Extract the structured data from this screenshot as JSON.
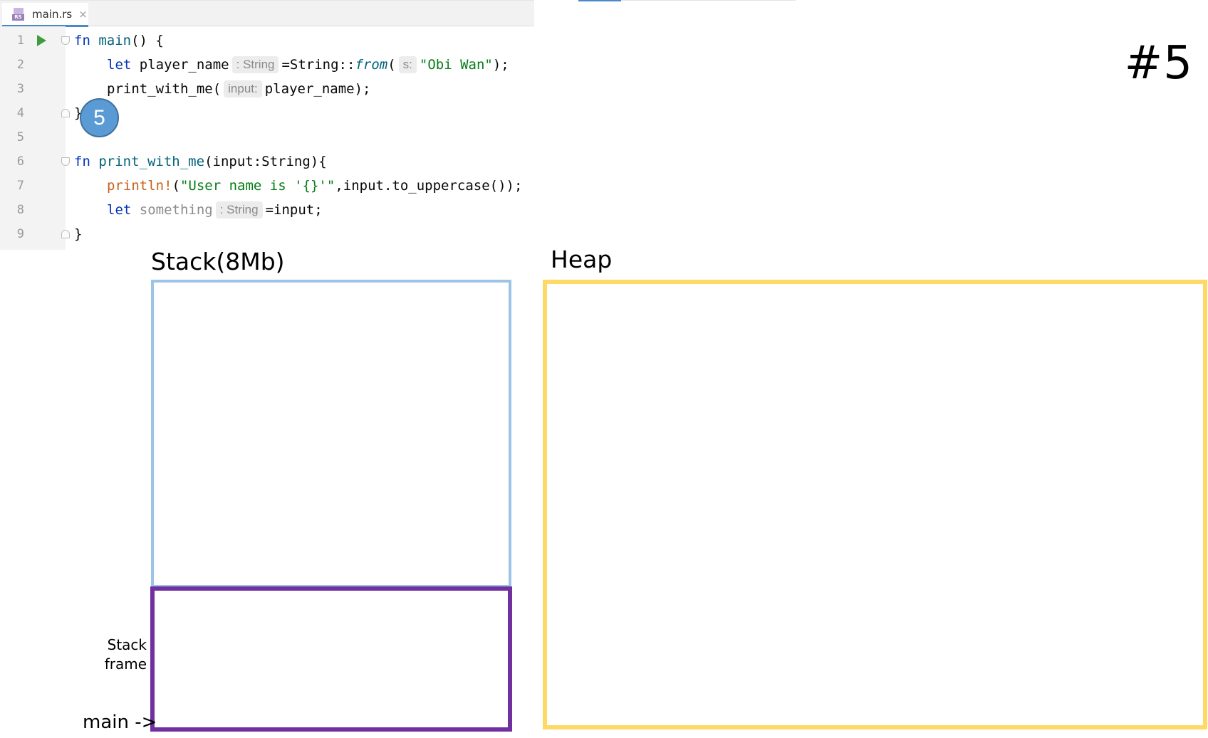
{
  "editor": {
    "tab": {
      "filename": "main.rs",
      "close": "×",
      "icon": "rust-file-icon",
      "icon_text": "RS"
    },
    "lines": [
      {
        "number": "1"
      },
      {
        "number": "2"
      },
      {
        "number": "3"
      },
      {
        "number": "4"
      },
      {
        "number": "5"
      },
      {
        "number": "6"
      },
      {
        "number": "7"
      },
      {
        "number": "8"
      },
      {
        "number": "9"
      }
    ],
    "code": {
      "l1": {
        "kw": "fn",
        "name": "main",
        "rest": "() {"
      },
      "l2": {
        "kw": "let",
        "var": "player_name",
        "hint": ": String",
        "mid": "=String::",
        "call": "from",
        "open": "(",
        "param_hint": "s:",
        "str": "\"Obi Wan\"",
        "close": ");"
      },
      "l3": {
        "call": "print_with_me(",
        "param_hint": "input:",
        "rest": "player_name);"
      },
      "l4": {
        "text": "}"
      },
      "l6": {
        "kw": "fn",
        "name": "print_with_me",
        "rest": "(input:String){"
      },
      "l7": {
        "macro": "println!",
        "open": "(",
        "str": "\"User name is '{}'\"",
        "rest": ",input.to_uppercase());"
      },
      "l8": {
        "kw": "let",
        "var": "something",
        "hint": ": String",
        "rest": "=input;"
      },
      "l9": {
        "text": "}"
      }
    },
    "colors": {
      "keyword": "#0033b3",
      "function": "#00627a",
      "string": "#067d17",
      "macro": "#c7611a",
      "run": "#3e9c3e"
    }
  },
  "badge": {
    "text": "5",
    "color": "#5b9bd5"
  },
  "slide_number": "#5",
  "diagram": {
    "stack_title": "Stack(8Mb)",
    "heap_title": "Heap",
    "stack_frame_label_1": "Stack",
    "stack_frame_label_2": "frame",
    "main_label": "main ->",
    "colors": {
      "stack": "#9dc3e6",
      "frame": "#7030a0",
      "heap": "#ffd966"
    }
  }
}
